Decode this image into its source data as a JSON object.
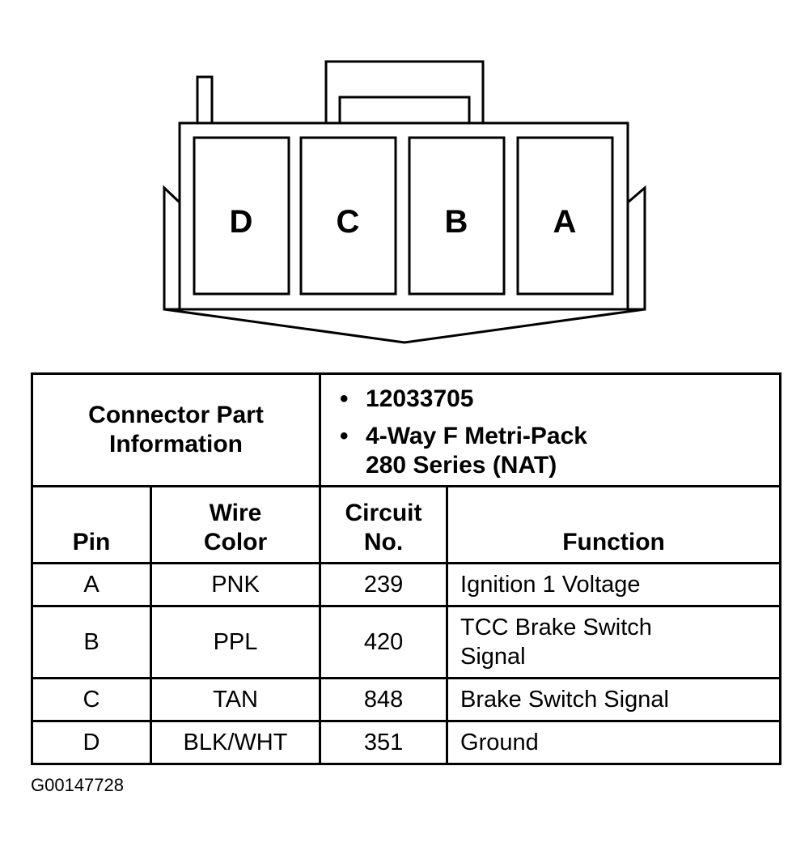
{
  "connector": {
    "cavities": [
      "D",
      "C",
      "B",
      "A"
    ]
  },
  "part_info": {
    "label_lines": [
      "Connector Part",
      "Information"
    ],
    "items": [
      {
        "lines": [
          "12033705"
        ]
      },
      {
        "lines": [
          "4-Way F Metri-Pack",
          "280 Series (NAT)"
        ]
      }
    ],
    "bullet": "•"
  },
  "columns": {
    "pin": [
      "Pin"
    ],
    "wire_color": [
      "Wire",
      "Color"
    ],
    "circuit": [
      "Circuit",
      "No."
    ],
    "function": [
      "Function"
    ]
  },
  "rows": [
    {
      "pin": "A",
      "wire_color": "PNK",
      "circuit": "239",
      "function": [
        "Ignition 1 Voltage"
      ]
    },
    {
      "pin": "B",
      "wire_color": "PPL",
      "circuit": "420",
      "function": [
        "TCC Brake Switch",
        "Signal"
      ]
    },
    {
      "pin": "C",
      "wire_color": "TAN",
      "circuit": "848",
      "function": [
        "Brake Switch Signal"
      ]
    },
    {
      "pin": "D",
      "wire_color": "BLK/WHT",
      "circuit": "351",
      "function": [
        "Ground"
      ]
    }
  ],
  "figure_id": "G00147728"
}
